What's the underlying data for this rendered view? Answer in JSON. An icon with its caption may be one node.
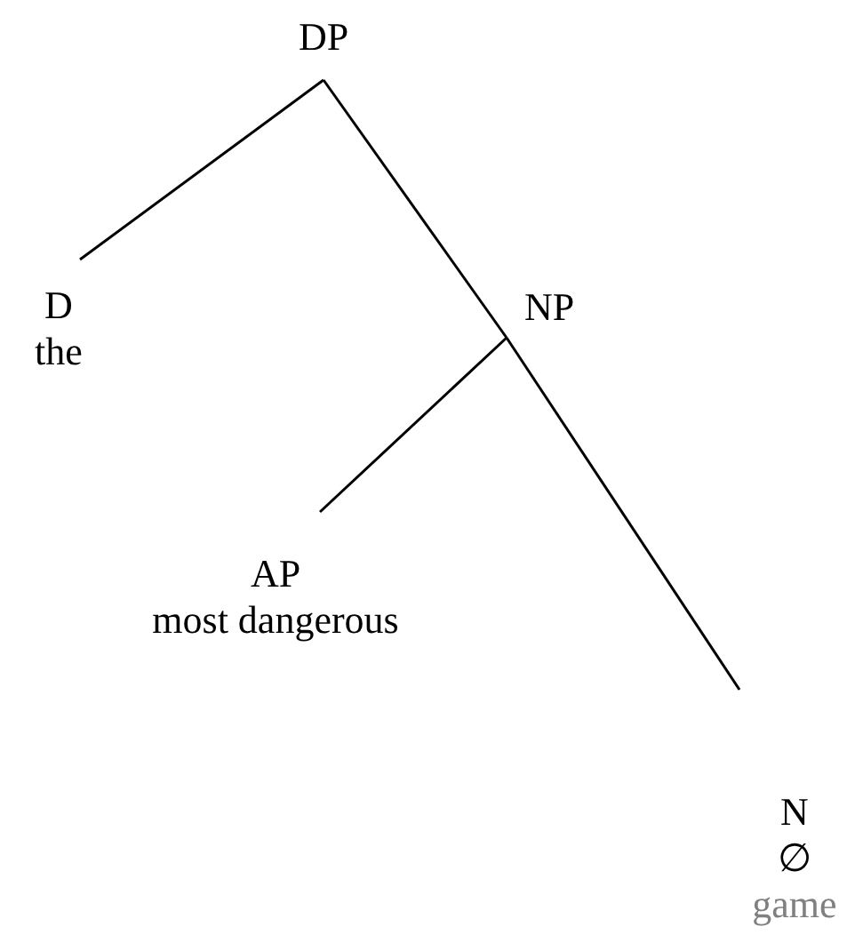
{
  "diagram": {
    "nodes": [
      {
        "text": [
          "DP"
        ]
      },
      {
        "text": [
          "D",
          "the"
        ]
      },
      {
        "text": [
          "NP"
        ]
      },
      {
        "text": [
          "AP",
          "most dangerous"
        ]
      },
      {
        "text": [
          "N",
          "∅",
          "game"
        ]
      }
    ],
    "edges": [
      {
        "from": 0,
        "to": 1,
        "arrow": "none"
      },
      {
        "from": 0,
        "to": 2,
        "arrow": "none"
      },
      {
        "from": 2,
        "to": 3,
        "arrow": "none"
      },
      {
        "from": 2,
        "to": 4,
        "arrow": "none"
      }
    ]
  }
}
